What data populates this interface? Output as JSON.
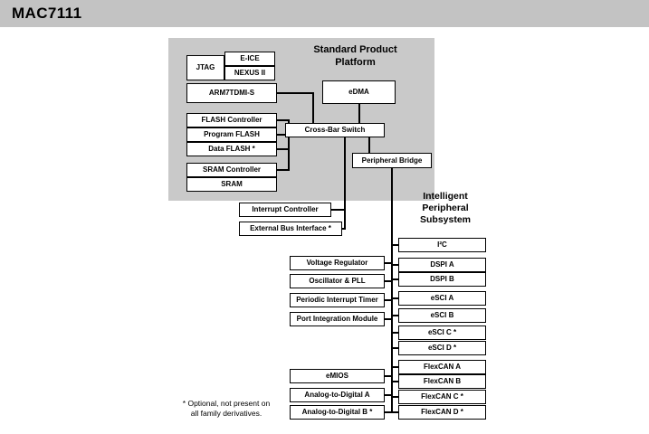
{
  "header": {
    "title": "MAC7111"
  },
  "labels": {
    "platform": "Standard Product\nPlatform",
    "subsystem": "Intelligent\nPeripheral\nSubsystem",
    "footnote": "* Optional, not present on\nall family derivatives."
  },
  "blocks": {
    "jtag": "JTAG",
    "eice": "E-ICE",
    "nexus": "NEXUS II",
    "arm": "ARM7TDMI-S",
    "flash_controller": "FLASH Controller",
    "program_flash": "Program FLASH",
    "data_flash": "Data FLASH *",
    "sram_controller": "SRAM Controller",
    "sram": "SRAM",
    "edma": "eDMA",
    "crossbar": "Cross-Bar Switch",
    "peripheral_bridge": "Peripheral Bridge",
    "interrupt_controller": "Interrupt Controller",
    "external_bus_interface": "External Bus Interface *",
    "voltage_regulator": "Voltage Regulator",
    "oscillator_pll": "Oscillator & PLL",
    "periodic_interrupt_timer": "Periodic Interrupt Timer",
    "port_integration_module": "Port Integration Module",
    "emios": "eMIOS",
    "adc_a": "Analog-to-Digital A",
    "adc_b": "Analog-to-Digital B *",
    "i2c": "I²C",
    "dspi_a": "DSPI A",
    "dspi_b": "DSPI B",
    "esci_a": "eSCI A",
    "esci_b": "eSCI B",
    "esci_c": "eSCI C *",
    "esci_d": "eSCI D *",
    "flexcan_a": "FlexCAN A",
    "flexcan_b": "FlexCAN B",
    "flexcan_c": "FlexCAN C *",
    "flexcan_d": "FlexCAN D *"
  },
  "colors": {
    "header_bg": "#c3c3c3",
    "platform_bg": "#c9c9c9",
    "box_bg": "#ffffff",
    "line": "#000000"
  }
}
